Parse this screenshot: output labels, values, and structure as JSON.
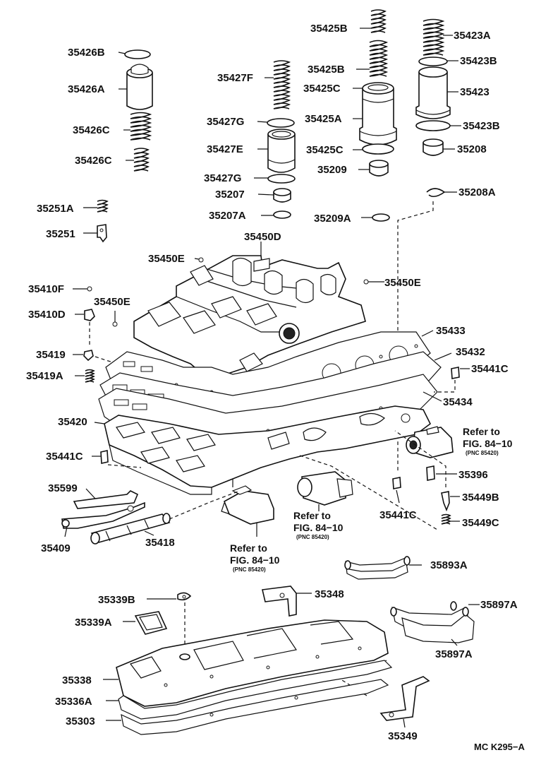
{
  "parts": [
    {
      "id": "35426B",
      "label": "35426B"
    },
    {
      "id": "35426A",
      "label": "35426A"
    },
    {
      "id": "35426C_1",
      "label": "35426C"
    },
    {
      "id": "35426C_2",
      "label": "35426C"
    },
    {
      "id": "35427F",
      "label": "35427F"
    },
    {
      "id": "35427G_1",
      "label": "35427G"
    },
    {
      "id": "35427E",
      "label": "35427E"
    },
    {
      "id": "35427G_2",
      "label": "35427G"
    },
    {
      "id": "35207",
      "label": "35207"
    },
    {
      "id": "35207A",
      "label": "35207A"
    },
    {
      "id": "35425B_1",
      "label": "35425B"
    },
    {
      "id": "35425B_2",
      "label": "35425B"
    },
    {
      "id": "35425C_1",
      "label": "35425C"
    },
    {
      "id": "35425A",
      "label": "35425A"
    },
    {
      "id": "35425C_2",
      "label": "35425C"
    },
    {
      "id": "35209",
      "label": "35209"
    },
    {
      "id": "35209A",
      "label": "35209A"
    },
    {
      "id": "35423A",
      "label": "35423A"
    },
    {
      "id": "35423B_1",
      "label": "35423B"
    },
    {
      "id": "35423",
      "label": "35423"
    },
    {
      "id": "35423B_2",
      "label": "35423B"
    },
    {
      "id": "35208",
      "label": "35208"
    },
    {
      "id": "35208A",
      "label": "35208A"
    },
    {
      "id": "35251A",
      "label": "35251A"
    },
    {
      "id": "35251",
      "label": "35251"
    },
    {
      "id": "35450D",
      "label": "35450D"
    },
    {
      "id": "35450E_1",
      "label": "35450E"
    },
    {
      "id": "35450E_2",
      "label": "35450E"
    },
    {
      "id": "35450E_3",
      "label": "35450E"
    },
    {
      "id": "35410F",
      "label": "35410F"
    },
    {
      "id": "35410D",
      "label": "35410D"
    },
    {
      "id": "35419",
      "label": "35419"
    },
    {
      "id": "35419A",
      "label": "35419A"
    },
    {
      "id": "35433",
      "label": "35433"
    },
    {
      "id": "35432",
      "label": "35432"
    },
    {
      "id": "35441C_1",
      "label": "35441C"
    },
    {
      "id": "35434",
      "label": "35434"
    },
    {
      "id": "35420",
      "label": "35420"
    },
    {
      "id": "35441C_2",
      "label": "35441C"
    },
    {
      "id": "35396",
      "label": "35396"
    },
    {
      "id": "35449B",
      "label": "35449B"
    },
    {
      "id": "35441C_3",
      "label": "35441C"
    },
    {
      "id": "35449C",
      "label": "35449C"
    },
    {
      "id": "35599",
      "label": "35599"
    },
    {
      "id": "35409",
      "label": "35409"
    },
    {
      "id": "35418",
      "label": "35418"
    },
    {
      "id": "35893A",
      "label": "35893A"
    },
    {
      "id": "35348",
      "label": "35348"
    },
    {
      "id": "35339B",
      "label": "35339B"
    },
    {
      "id": "35339A",
      "label": "35339A"
    },
    {
      "id": "35897A_1",
      "label": "35897A"
    },
    {
      "id": "35897A_2",
      "label": "35897A"
    },
    {
      "id": "35338",
      "label": "35338"
    },
    {
      "id": "35336A",
      "label": "35336A"
    },
    {
      "id": "35303",
      "label": "35303"
    },
    {
      "id": "35349",
      "label": "35349"
    }
  ],
  "references": [
    {
      "id": "ref1",
      "line1": "Refer to",
      "line2": "FIG. 84−10",
      "sub": "(PNC 85420)"
    },
    {
      "id": "ref2",
      "line1": "Refer to",
      "line2": "FIG. 84−10",
      "sub": "(PNC 85420)"
    },
    {
      "id": "ref3",
      "line1": "Refer to",
      "line2": "FIG. 84−10",
      "sub": "(PNC 85420)"
    }
  ],
  "figure_code": "MC K295−A",
  "icons": [
    "valve-body-icon",
    "gasket-icon",
    "plate-icon",
    "spring-icon",
    "piston-icon",
    "oil-pan-icon",
    "solenoid-icon",
    "oil-strainer-icon",
    "bracket-icon",
    "tube-icon"
  ]
}
